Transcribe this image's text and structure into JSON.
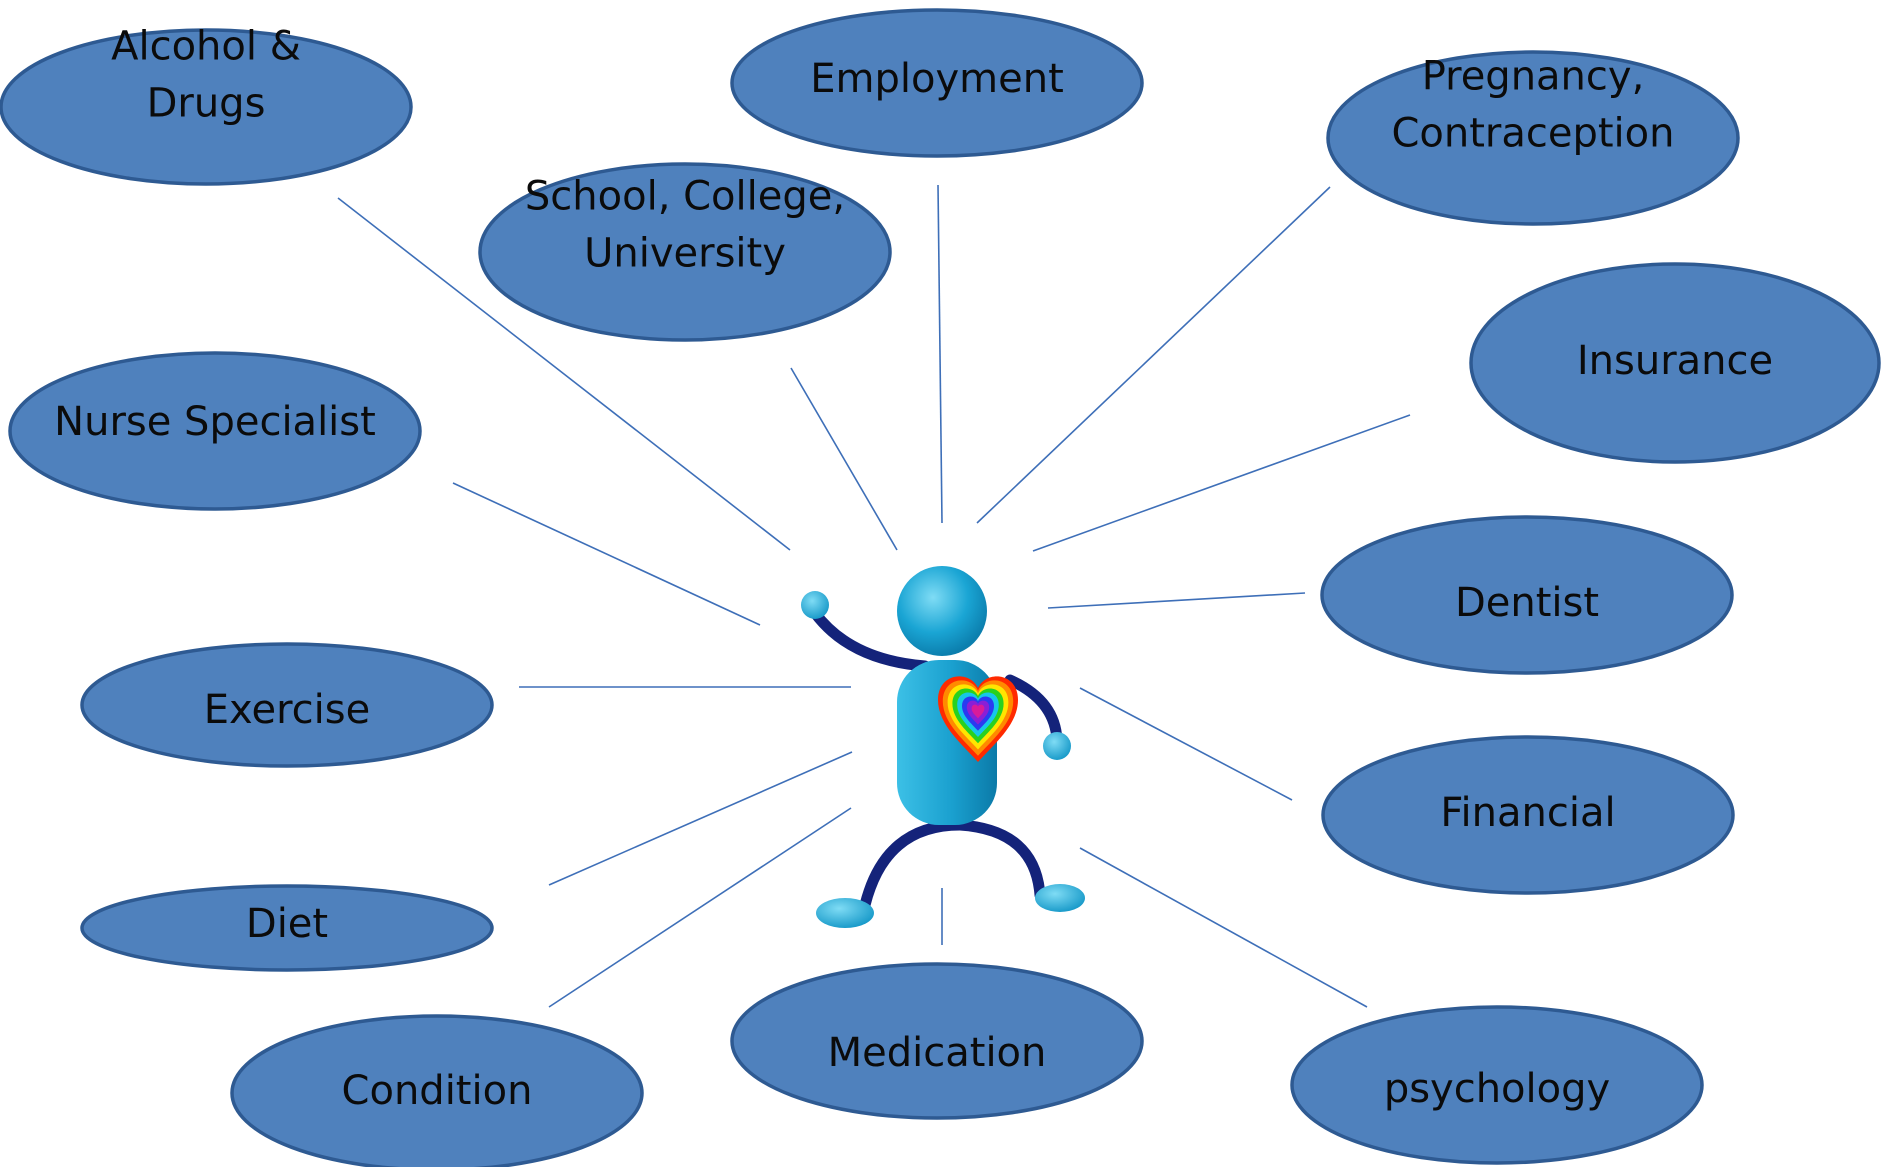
{
  "topics": [
    {
      "id": "alcohol-drugs",
      "lines": [
        "Alcohol &",
        "Drugs"
      ]
    },
    {
      "id": "employment",
      "lines": [
        "Employment"
      ]
    },
    {
      "id": "pregnancy-contraception",
      "lines": [
        "Pregnancy,",
        "Contraception"
      ]
    },
    {
      "id": "school-college-university",
      "lines": [
        "School, College,",
        "University"
      ]
    },
    {
      "id": "insurance",
      "lines": [
        "Insurance"
      ]
    },
    {
      "id": "nurse-specialist",
      "lines": [
        "Nurse Specialist"
      ]
    },
    {
      "id": "dentist",
      "lines": [
        "Dentist"
      ]
    },
    {
      "id": "exercise",
      "lines": [
        "Exercise"
      ]
    },
    {
      "id": "financial",
      "lines": [
        "Financial"
      ]
    },
    {
      "id": "diet",
      "lines": [
        "Diet"
      ]
    },
    {
      "id": "condition",
      "lines": [
        "Condition"
      ]
    },
    {
      "id": "medication",
      "lines": [
        "Medication"
      ]
    },
    {
      "id": "psychology",
      "lines": [
        "psychology"
      ]
    }
  ],
  "colors": {
    "node_fill": "#4f81bd",
    "node_stroke": "#2e5a92",
    "connector": "#3e6fb8",
    "figure": "#1aa0cf",
    "limbs": "#14237a"
  }
}
